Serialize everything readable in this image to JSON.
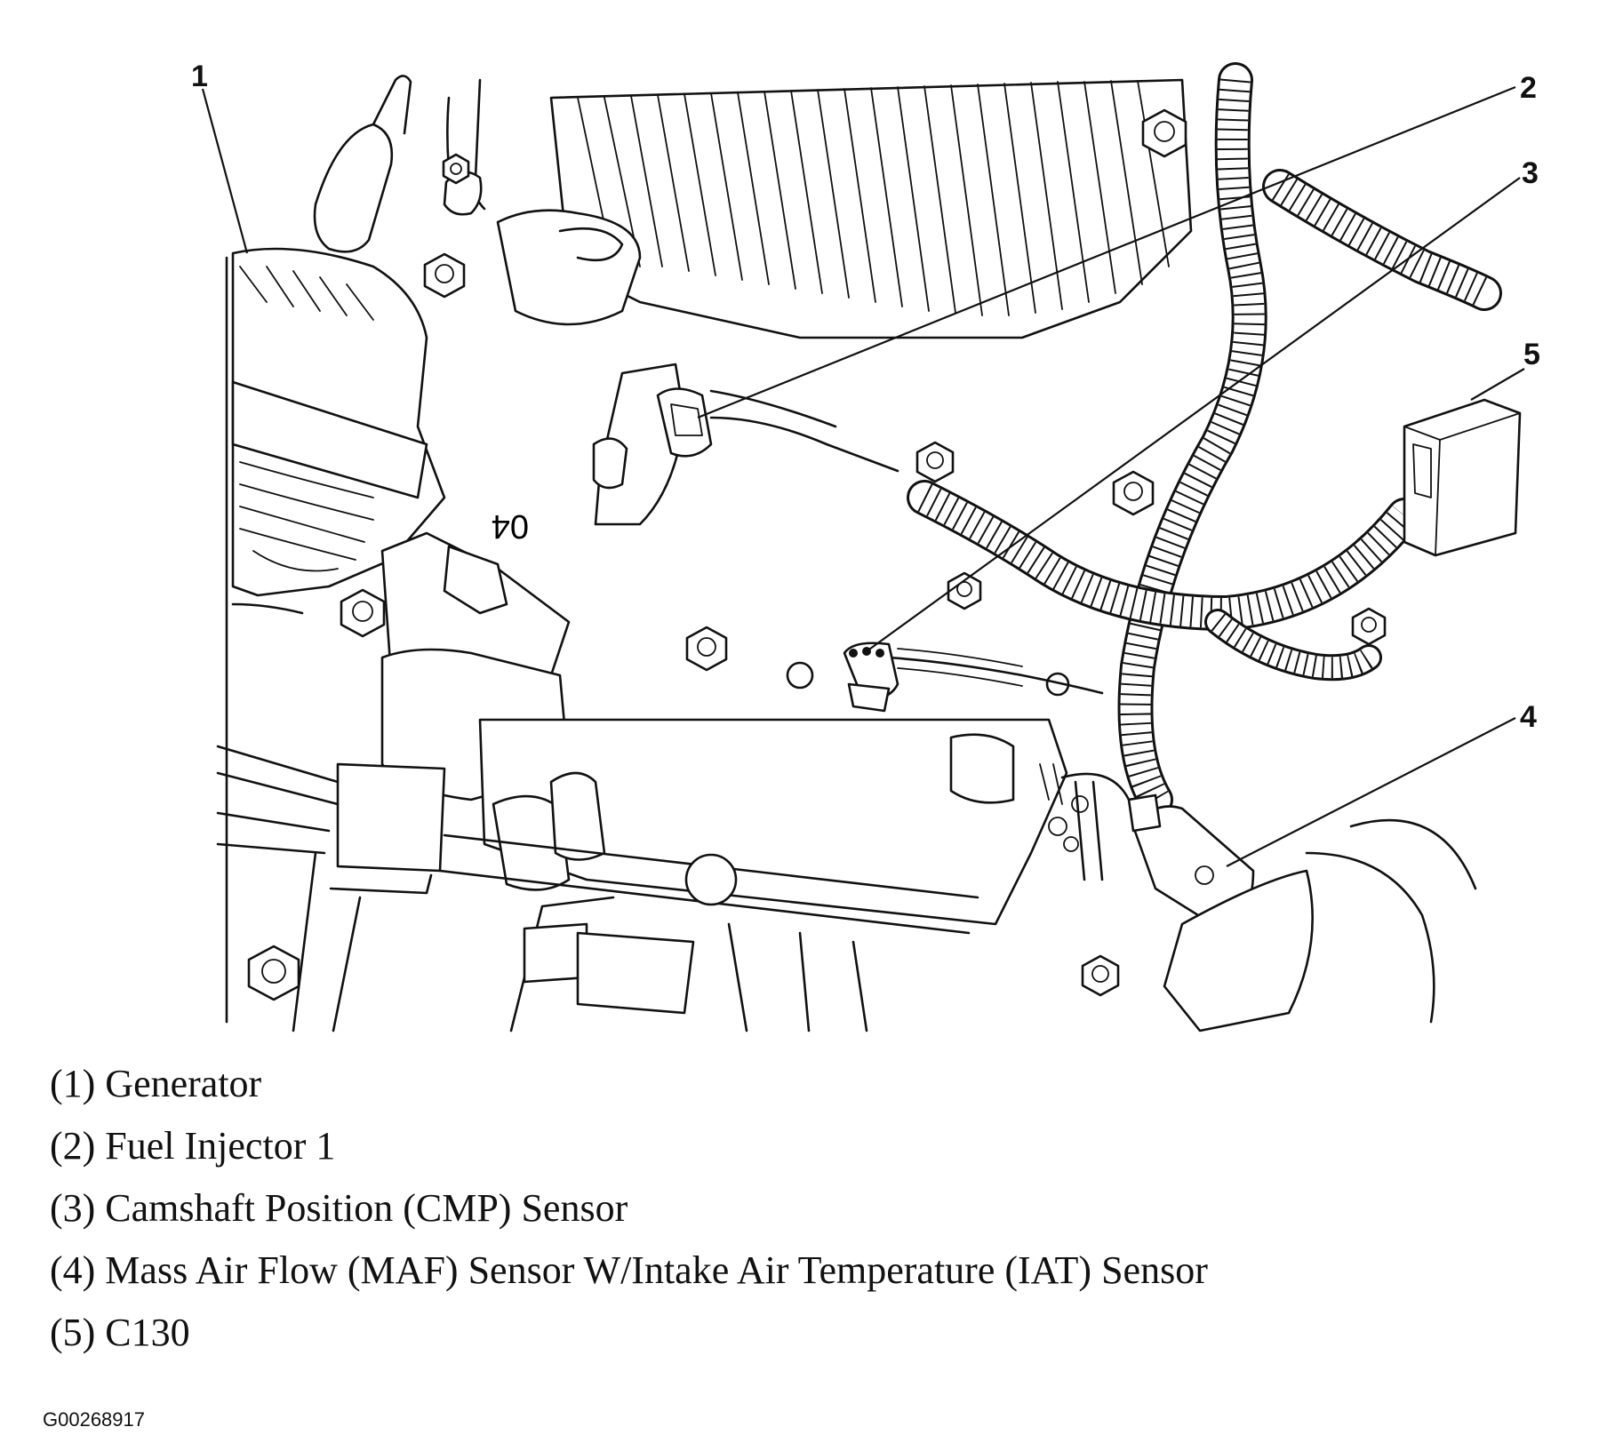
{
  "diagram": {
    "callouts": [
      {
        "number": "1",
        "label": "(1) Generator"
      },
      {
        "number": "2",
        "label": "(2) Fuel Injector 1"
      },
      {
        "number": "3",
        "label": "(3) Camshaft Position (CMP) Sensor"
      },
      {
        "number": "4",
        "label": "(4) Mass Air Flow (MAF) Sensor W/Intake Air Temperature (IAT) Sensor"
      },
      {
        "number": "5",
        "label": "(5) C130"
      }
    ],
    "stamp_text": "04",
    "figure_id": "G00268917"
  }
}
